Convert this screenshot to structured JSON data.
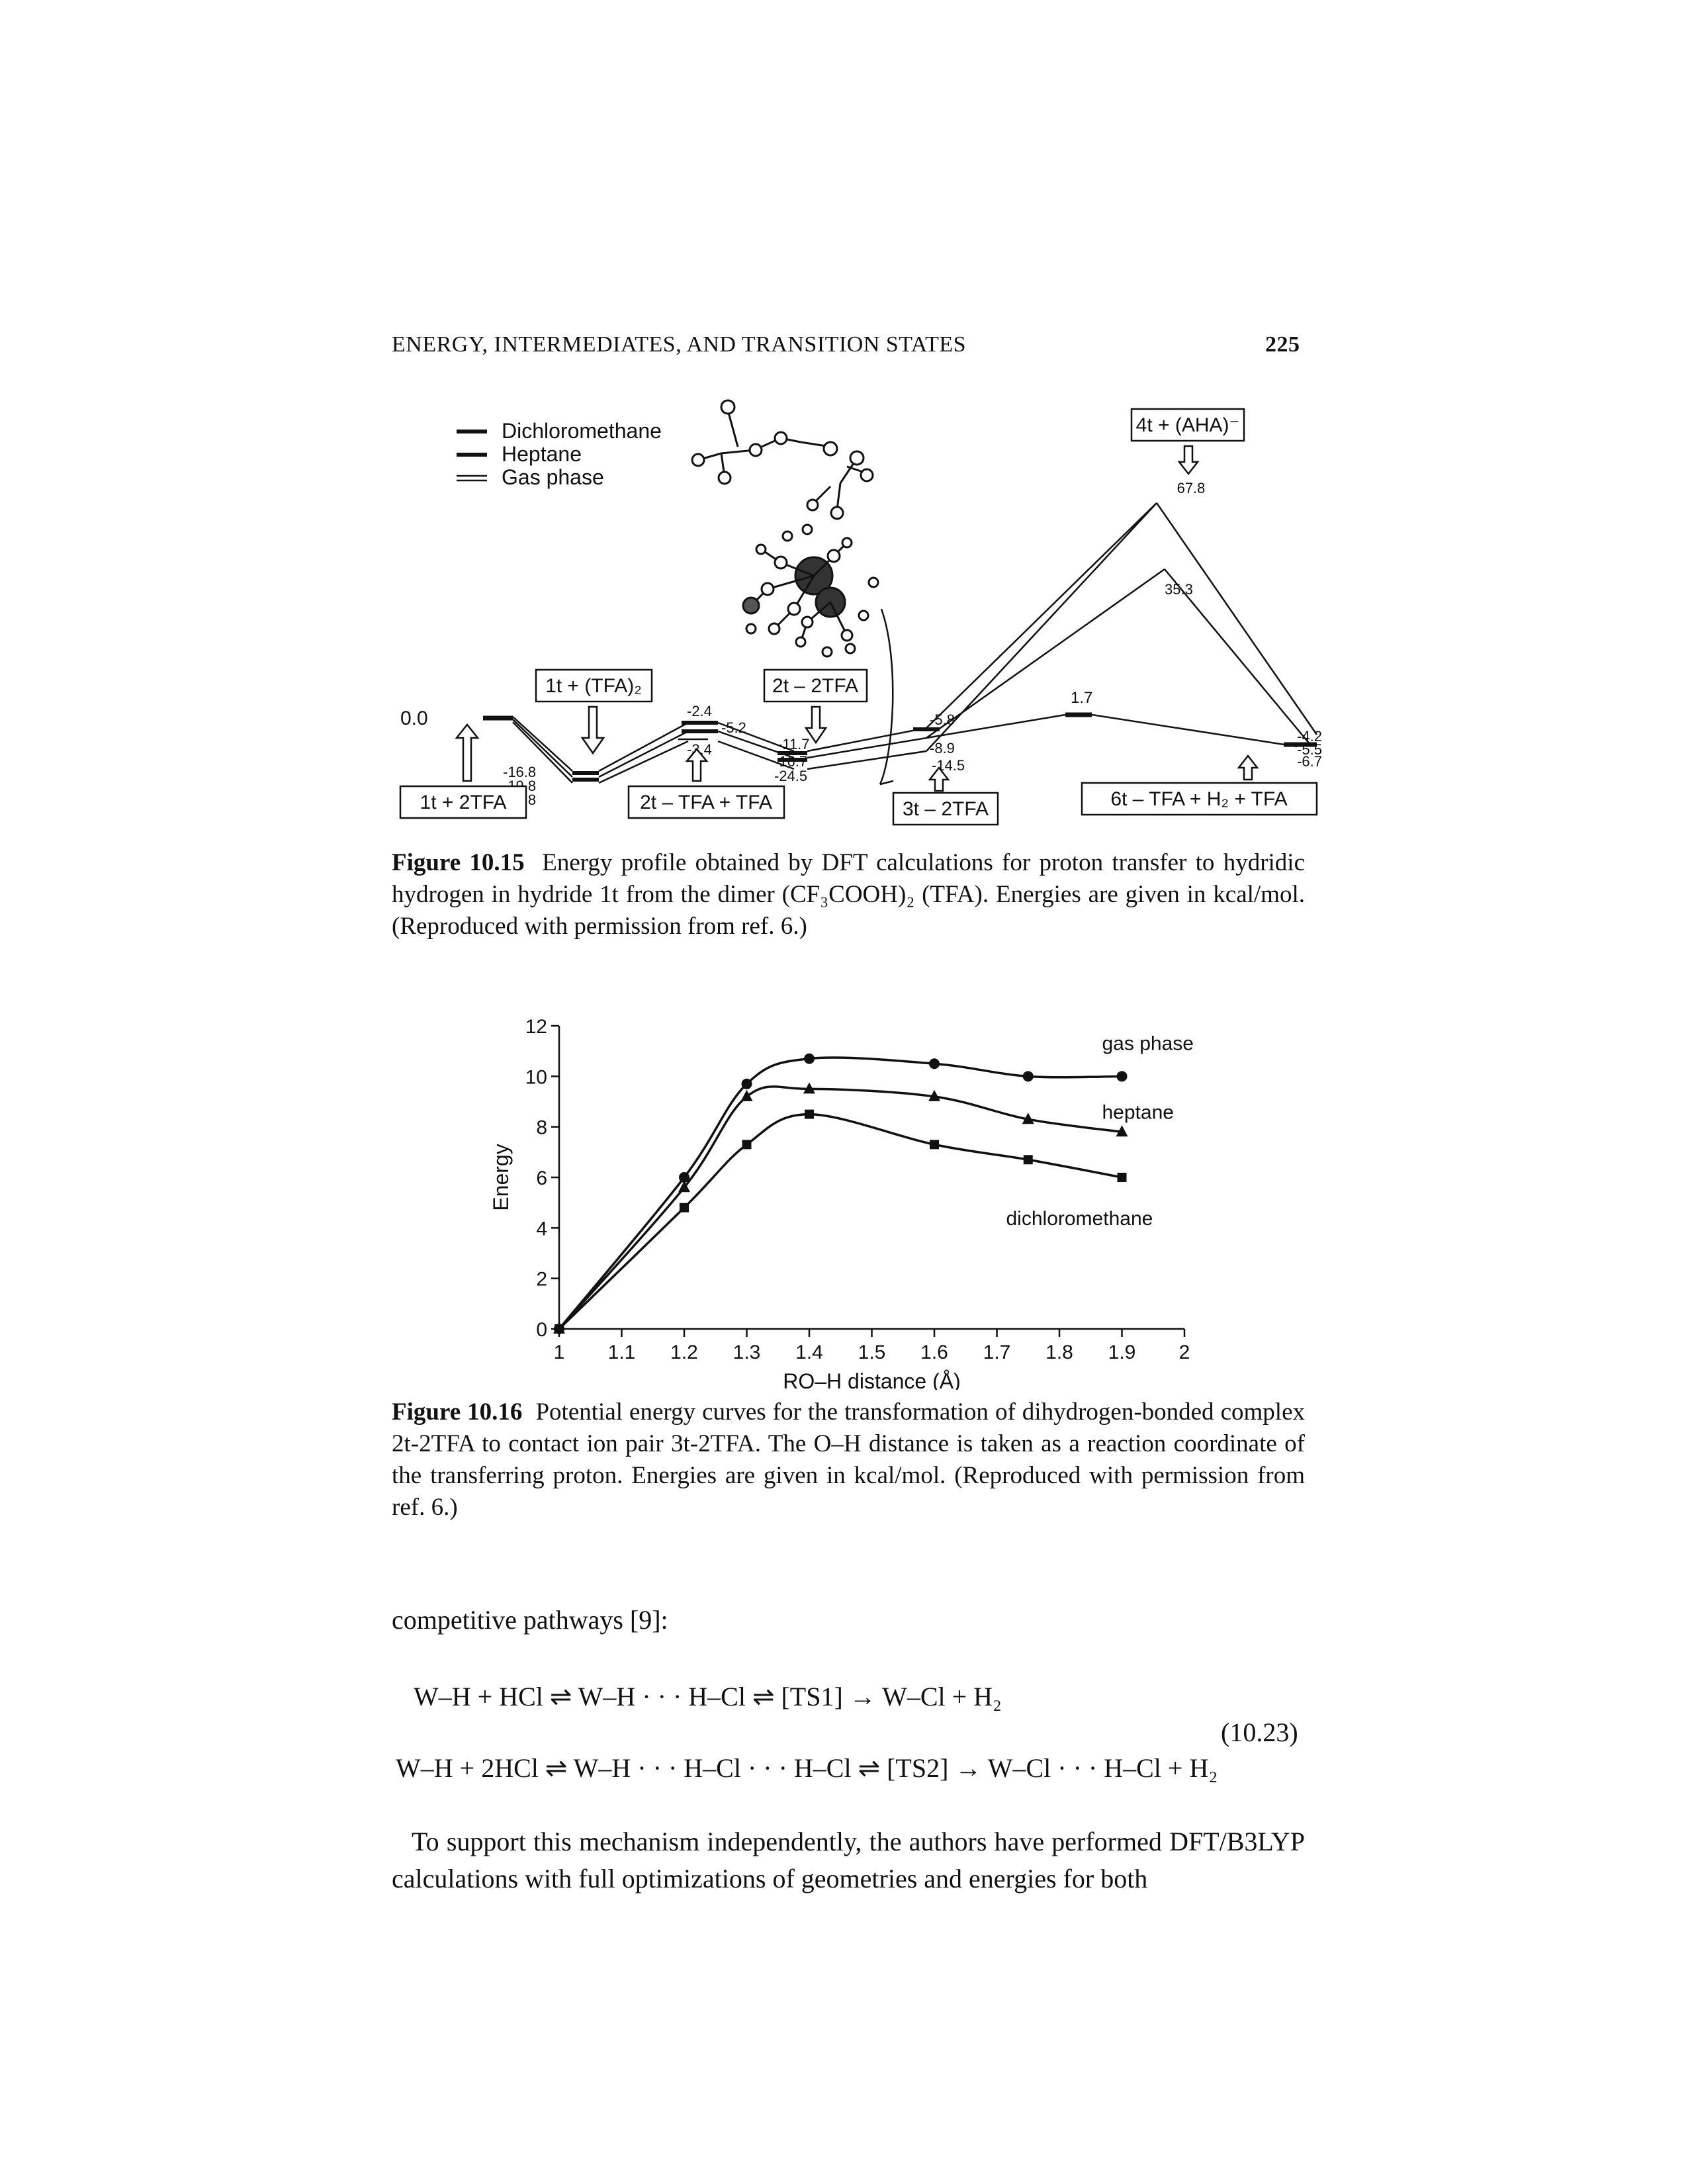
{
  "header": {
    "running_title": "ENERGY, INTERMEDIATES, AND TRANSITION STATES",
    "page_number": "225"
  },
  "figure1": {
    "legend": [
      {
        "label": "Dichloromethane",
        "style": "thick"
      },
      {
        "label": "Heptane",
        "style": "thick"
      },
      {
        "label": "Gas phase",
        "style": "double"
      }
    ],
    "boxes": {
      "top_right": "4t + (AHA)⁻",
      "one_t_tfa2": "1t + (TFA)₂",
      "two_t_2tfa_top": "2t – 2TFA",
      "one_t_2tfa": "1t + 2TFA",
      "two_t_tfa_tfa": "2t – TFA + TFA",
      "three_t_2tfa": "3t – 2TFA",
      "six_t": "6t – TFA + H₂ + TFA"
    },
    "level_labels": {
      "zero": "0.0",
      "l_16_8": "-16.8",
      "l_19_8": "-19.8",
      "l_22_8": "-22.8",
      "l_2_4": "-2.4",
      "l_5_2": "-5.2",
      "l_3_4": "-3.4",
      "l_11_7": "-11.7",
      "l_16_7": "-16.7",
      "l_24_5": "-24.5",
      "l_5_8": "-5.8",
      "l_8_9": "-8.9",
      "l_14_5": "-14.5",
      "l_67_8": "67.8",
      "l_35_3": "35.3",
      "l_1_7": "1.7",
      "l_4_2": "-4.2",
      "l_5_5": "-5.5",
      "l_6_7": "-6.7"
    },
    "caption_label": "Figure 10.15",
    "caption_text": "Energy profile obtained by DFT calculations for proton transfer to hydridic hydrogen in hydride 1t from the dimer (CF₃COOH)₂ (TFA). Energies are given in kcal/mol. (Reproduced with permission from ref. 6.)"
  },
  "chart_data": {
    "type": "line",
    "title": "",
    "xlabel": "RO–H distance (Å)",
    "ylabel": "Energy",
    "xlim": [
      1,
      2
    ],
    "ylim": [
      0,
      12
    ],
    "xticks": [
      "1",
      "1.1",
      "1.2",
      "1.3",
      "1.4",
      "1.5",
      "1.6",
      "1.7",
      "1.8",
      "1.9",
      "2"
    ],
    "yticks": [
      "0",
      "2",
      "4",
      "6",
      "8",
      "10",
      "12"
    ],
    "series": [
      {
        "name": "gas phase",
        "marker": "circle",
        "x": [
          1.0,
          1.2,
          1.3,
          1.4,
          1.6,
          1.75,
          1.9
        ],
        "y": [
          0.0,
          6.0,
          9.7,
          10.7,
          10.5,
          10.0,
          10.0
        ]
      },
      {
        "name": "heptane",
        "marker": "triangle",
        "x": [
          1.0,
          1.2,
          1.3,
          1.4,
          1.6,
          1.75,
          1.9
        ],
        "y": [
          0.0,
          5.6,
          9.2,
          9.5,
          9.2,
          8.3,
          7.8
        ]
      },
      {
        "name": "dichloromethane",
        "marker": "square",
        "x": [
          1.0,
          1.2,
          1.3,
          1.4,
          1.6,
          1.75,
          1.9
        ],
        "y": [
          0.0,
          4.8,
          7.3,
          8.5,
          7.3,
          6.7,
          6.0
        ]
      }
    ]
  },
  "figure2": {
    "caption_label": "Figure 10.16",
    "caption_text": "Potential energy curves for the transformation of dihydrogen-bonded complex 2t-2TFA to contact ion pair 3t-2TFA. The O–H distance is taken as a reaction coordinate of the transferring proton. Energies are given in kcal/mol. (Reproduced with permission from ref. 6.)"
  },
  "body": {
    "intro": "competitive pathways [9]:",
    "eq_line1": "W–H + HCl ⇌ W–H · · · H–Cl ⇌ [TS1] → W–Cl + H₂",
    "eq_number": "(10.23)",
    "eq_line2": "W–H + 2HCl ⇌ W–H · · · H–Cl · · · H–Cl ⇌ [TS2] → W–Cl · · · H–Cl + H₂",
    "paragraph": "To support this mechanism independently, the authors have performed DFT/B3LYP calculations with full optimizations of geometries and energies for both"
  }
}
